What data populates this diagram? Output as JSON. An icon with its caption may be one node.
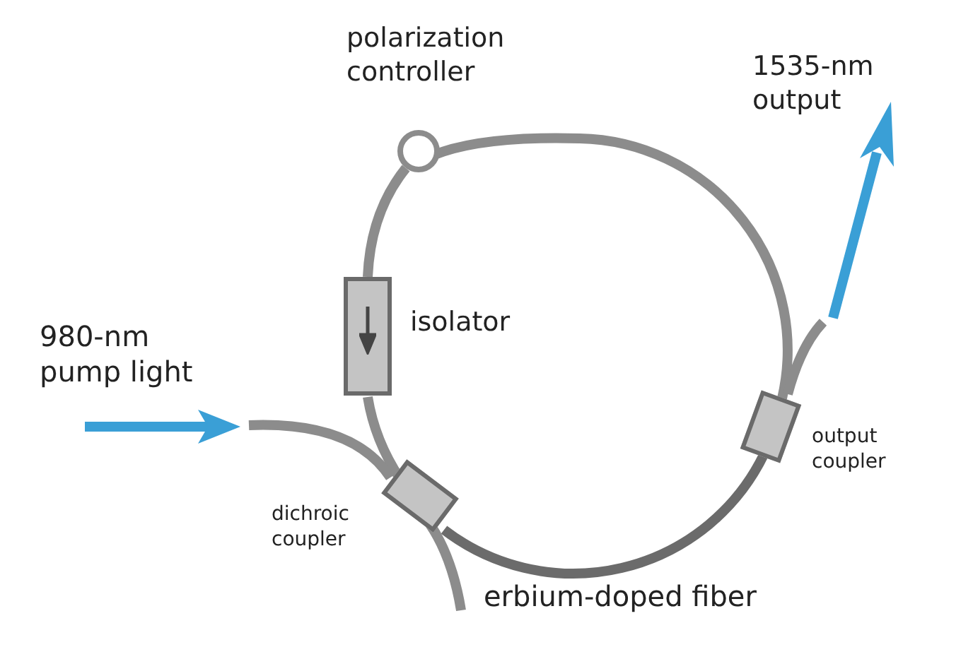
{
  "diagram": {
    "nodes": [
      {
        "text": [],
        "shape": "box",
        "beside": [
          "dichroic coupler"
        ]
      },
      {
        "text": [],
        "shape": "box",
        "beside": [
          "isolator"
        ]
      },
      {
        "text": [],
        "shape": "circle",
        "beside": [
          "polarization controller"
        ]
      },
      {
        "text": [],
        "shape": "box",
        "beside": [
          "output coupler"
        ]
      }
    ],
    "edges": [
      {
        "from": 0,
        "to": 1,
        "arrow": "none"
      },
      {
        "from": 1,
        "to": 2,
        "arrow": "none"
      },
      {
        "from": 2,
        "to": 3,
        "arrow": "none"
      },
      {
        "from": 3,
        "to": 0,
        "arrow": "none",
        "label": "erbium-doped fiber",
        "color": "#6b6b6b"
      },
      {
        "from": null,
        "to": 0,
        "arrow": "none"
      },
      {
        "from": 3,
        "to": null,
        "arrow": "none"
      },
      {
        "from": 0,
        "to": null,
        "arrow": "none"
      }
    ],
    "labels": [
      "980-nm pump light",
      "1535-nm output"
    ]
  }
}
